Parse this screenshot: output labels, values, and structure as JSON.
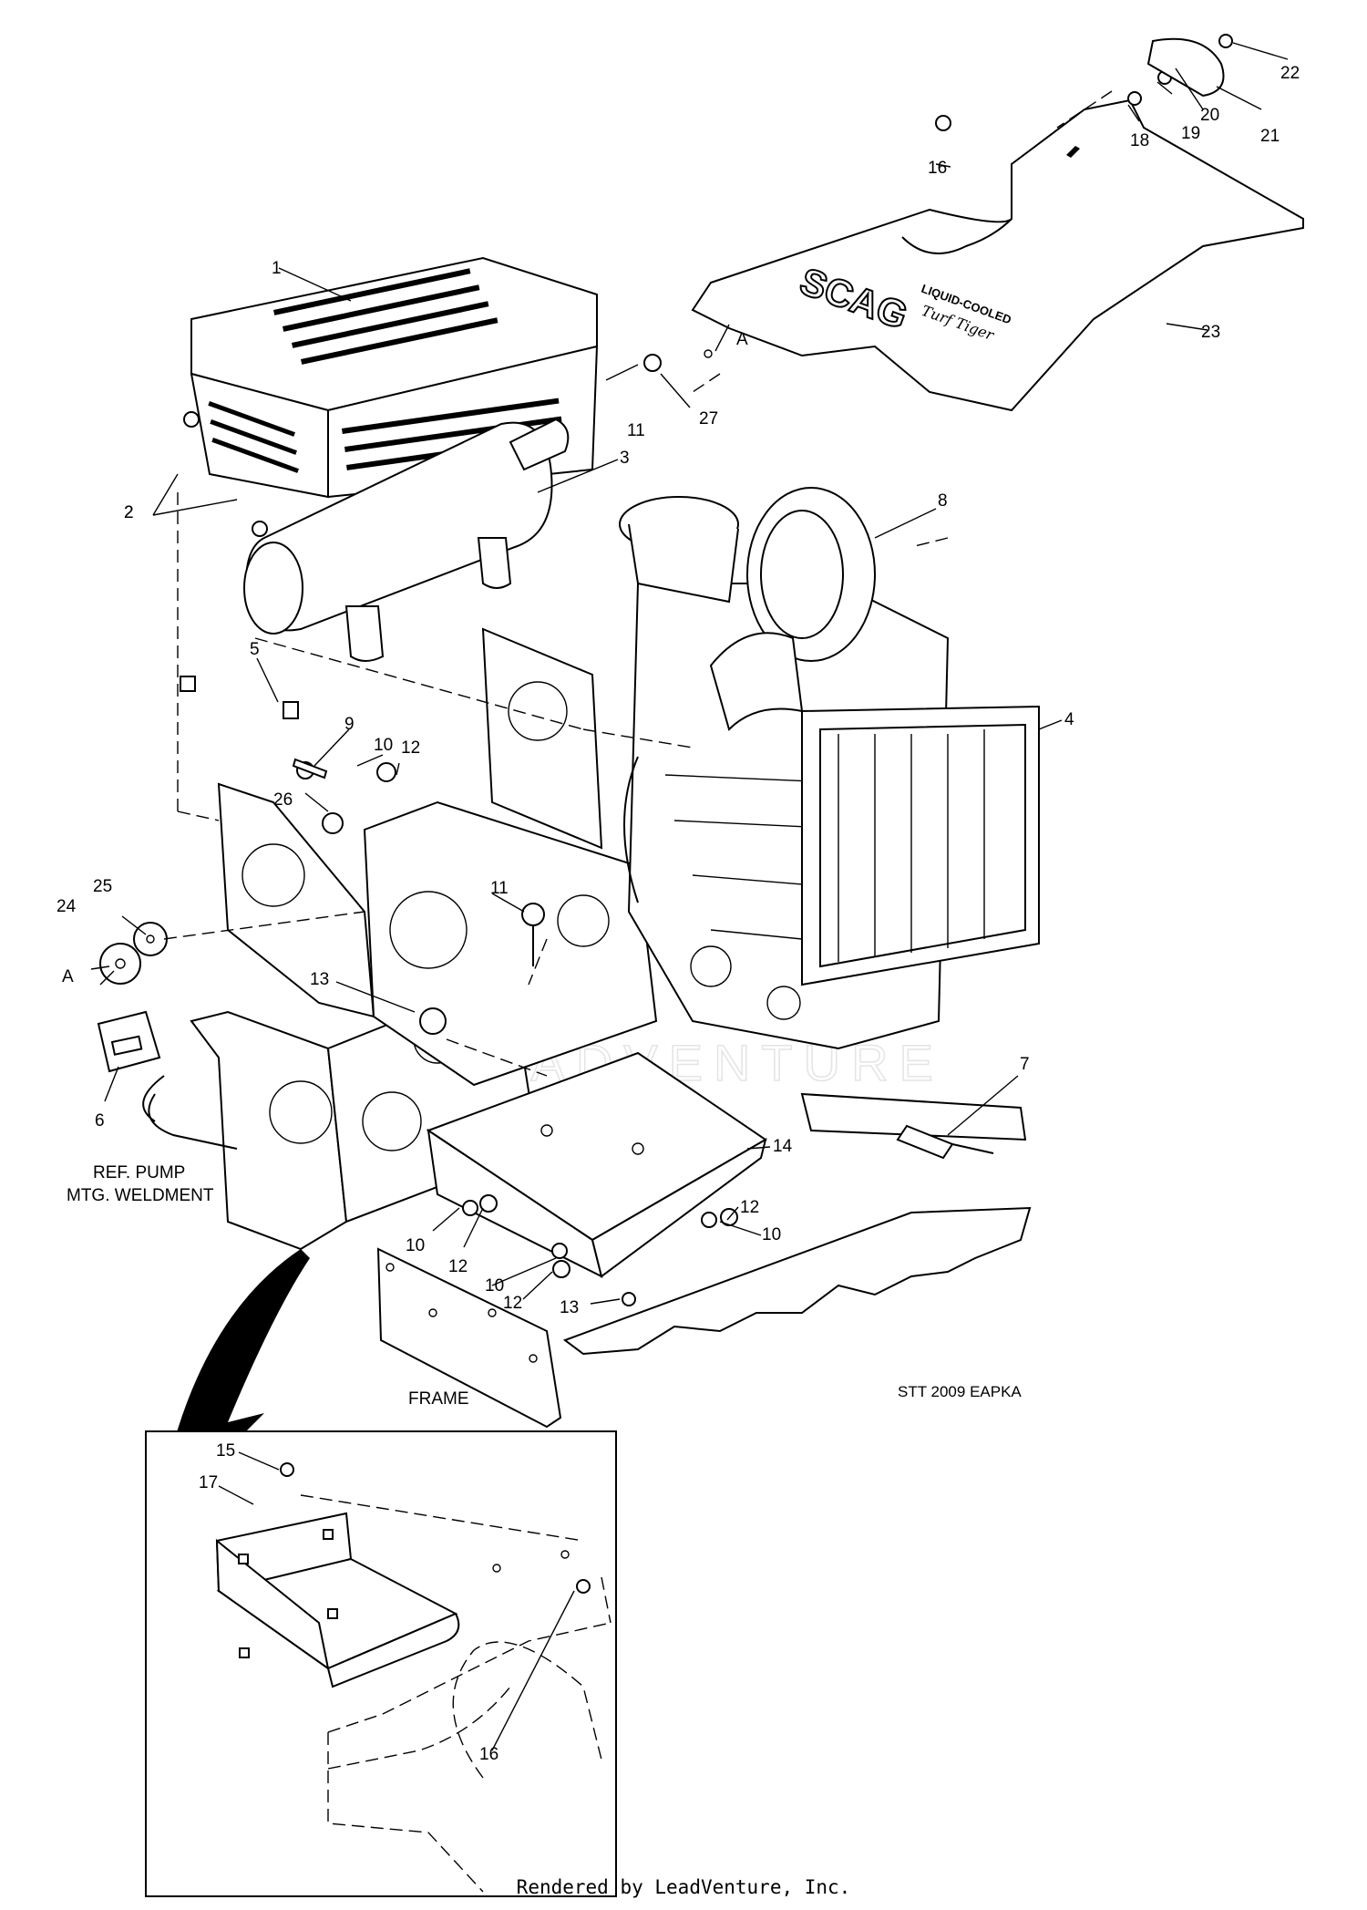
{
  "callouts": [
    {
      "n": "1"
    },
    {
      "n": "2"
    },
    {
      "n": "2"
    },
    {
      "n": "3"
    },
    {
      "n": "4"
    },
    {
      "n": "5"
    },
    {
      "n": "6"
    },
    {
      "n": "7"
    },
    {
      "n": "8"
    },
    {
      "n": "9"
    },
    {
      "n": "10"
    },
    {
      "n": "10"
    },
    {
      "n": "10"
    },
    {
      "n": "10"
    },
    {
      "n": "11"
    },
    {
      "n": "11"
    },
    {
      "n": "12"
    },
    {
      "n": "12"
    },
    {
      "n": "12"
    },
    {
      "n": "12"
    },
    {
      "n": "13"
    },
    {
      "n": "13"
    },
    {
      "n": "14"
    },
    {
      "n": "15"
    },
    {
      "n": "16"
    },
    {
      "n": "16"
    },
    {
      "n": "17"
    },
    {
      "n": "18"
    },
    {
      "n": "19"
    },
    {
      "n": "20"
    },
    {
      "n": "21"
    },
    {
      "n": "22"
    },
    {
      "n": "23"
    },
    {
      "n": "24"
    },
    {
      "n": "25"
    },
    {
      "n": "26"
    },
    {
      "n": "27"
    },
    {
      "n": "A"
    },
    {
      "n": "A"
    }
  ],
  "labels": {
    "pump_line1": "REF. PUMP",
    "pump_line2": "MTG. WELDMENT",
    "frame": "FRAME",
    "drawing_code": "STT 2009 EAPKA",
    "brand": "SCAG",
    "decal_line1": "LIQUID-COOLED",
    "decal_line2": "Turf Tiger"
  },
  "watermark": "LEADVENTURE",
  "footer": "Rendered by LeadVenture, Inc."
}
